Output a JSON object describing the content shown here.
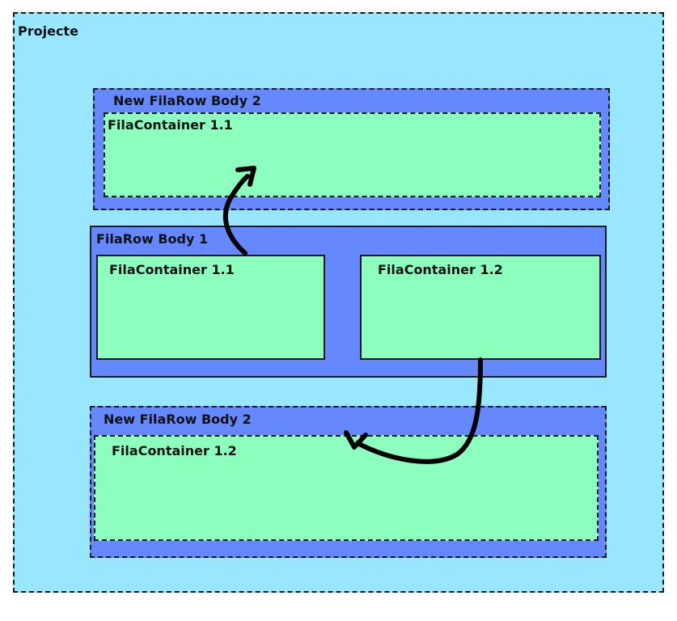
{
  "colors": {
    "project_bg": "#99E6FF",
    "row_bg": "#6688FF",
    "container_bg": "#8CFFBF",
    "border": "#1A1A1A",
    "arrow": "#000000"
  },
  "project": {
    "label": "Projecte"
  },
  "new_row_top": {
    "label": "New FilaRow Body 2",
    "style": "dashed",
    "container": {
      "label": "FilaContainer 1.1",
      "style": "dashed"
    }
  },
  "row_body_1": {
    "label": "FilaRow Body 1",
    "style": "solid",
    "containers": [
      {
        "label": "FilaContainer 1.1",
        "style": "solid"
      },
      {
        "label": "FilaContainer 1.2",
        "style": "solid"
      }
    ]
  },
  "new_row_bottom": {
    "label": "New FilaRow Body 2",
    "style": "dashed",
    "container": {
      "label": "FilaContainer 1.2",
      "style": "dashed"
    }
  }
}
